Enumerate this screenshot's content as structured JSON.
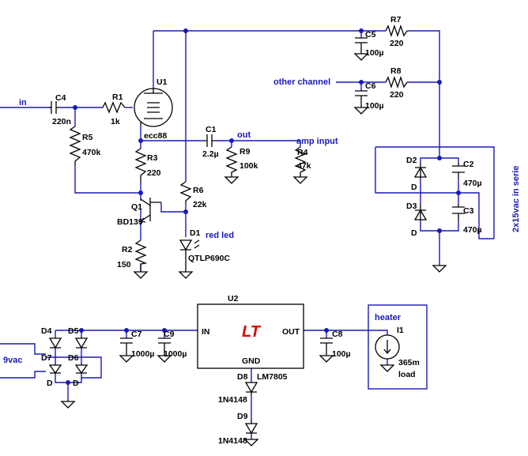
{
  "schematic": {
    "nets": {
      "in": "in",
      "out": "out",
      "other_channel": "other channel",
      "amp_input": "amp input",
      "red_led": "red led",
      "supply_9vac": "9vac",
      "supply_2x15": "2x15vac in serie",
      "heater": "heater"
    },
    "tube": {
      "ref": "U1",
      "model": "ecc88"
    },
    "transistor": {
      "ref": "Q1",
      "model": "BD139"
    },
    "led": {
      "ref": "D1",
      "model": "QTLP690C"
    },
    "regulator": {
      "ref": "U2",
      "model": "LM7805",
      "pin_in": "IN",
      "pin_out": "OUT",
      "pin_gnd": "GND"
    },
    "resistors": [
      {
        "ref": "R1",
        "value": "1k"
      },
      {
        "ref": "R2",
        "value": "150"
      },
      {
        "ref": "R3",
        "value": "220"
      },
      {
        "ref": "R4",
        "value": "47k"
      },
      {
        "ref": "R5",
        "value": "470k"
      },
      {
        "ref": "R6",
        "value": "22k"
      },
      {
        "ref": "R7",
        "value": "220"
      },
      {
        "ref": "R8",
        "value": "220"
      },
      {
        "ref": "R9",
        "value": "100k"
      }
    ],
    "capacitors": [
      {
        "ref": "C1",
        "value": "2.2µ"
      },
      {
        "ref": "C2",
        "value": "470µ"
      },
      {
        "ref": "C3",
        "value": "470µ"
      },
      {
        "ref": "C4",
        "value": "220n"
      },
      {
        "ref": "C5",
        "value": "100µ"
      },
      {
        "ref": "C6",
        "value": "100µ"
      },
      {
        "ref": "C7",
        "value": "1000µ"
      },
      {
        "ref": "C8",
        "value": "100µ"
      },
      {
        "ref": "C9",
        "value": "1000µ"
      }
    ],
    "diodes": [
      {
        "ref": "D2",
        "value": "D"
      },
      {
        "ref": "D3",
        "value": "D"
      },
      {
        "ref": "D4",
        "value": "D"
      },
      {
        "ref": "D5",
        "value": "D"
      },
      {
        "ref": "D6",
        "value": "D"
      },
      {
        "ref": "D7",
        "value": "D"
      },
      {
        "ref": "D8",
        "value": "1N4148"
      },
      {
        "ref": "D9",
        "value": "1N4148"
      }
    ],
    "current_source": {
      "ref": "I1",
      "value": "365m",
      "note": "load"
    }
  },
  "colors": {
    "wire": "#1a1ab8",
    "part": "#000000",
    "regulator_fill": "#ffffc0",
    "logo": "#e00000"
  }
}
